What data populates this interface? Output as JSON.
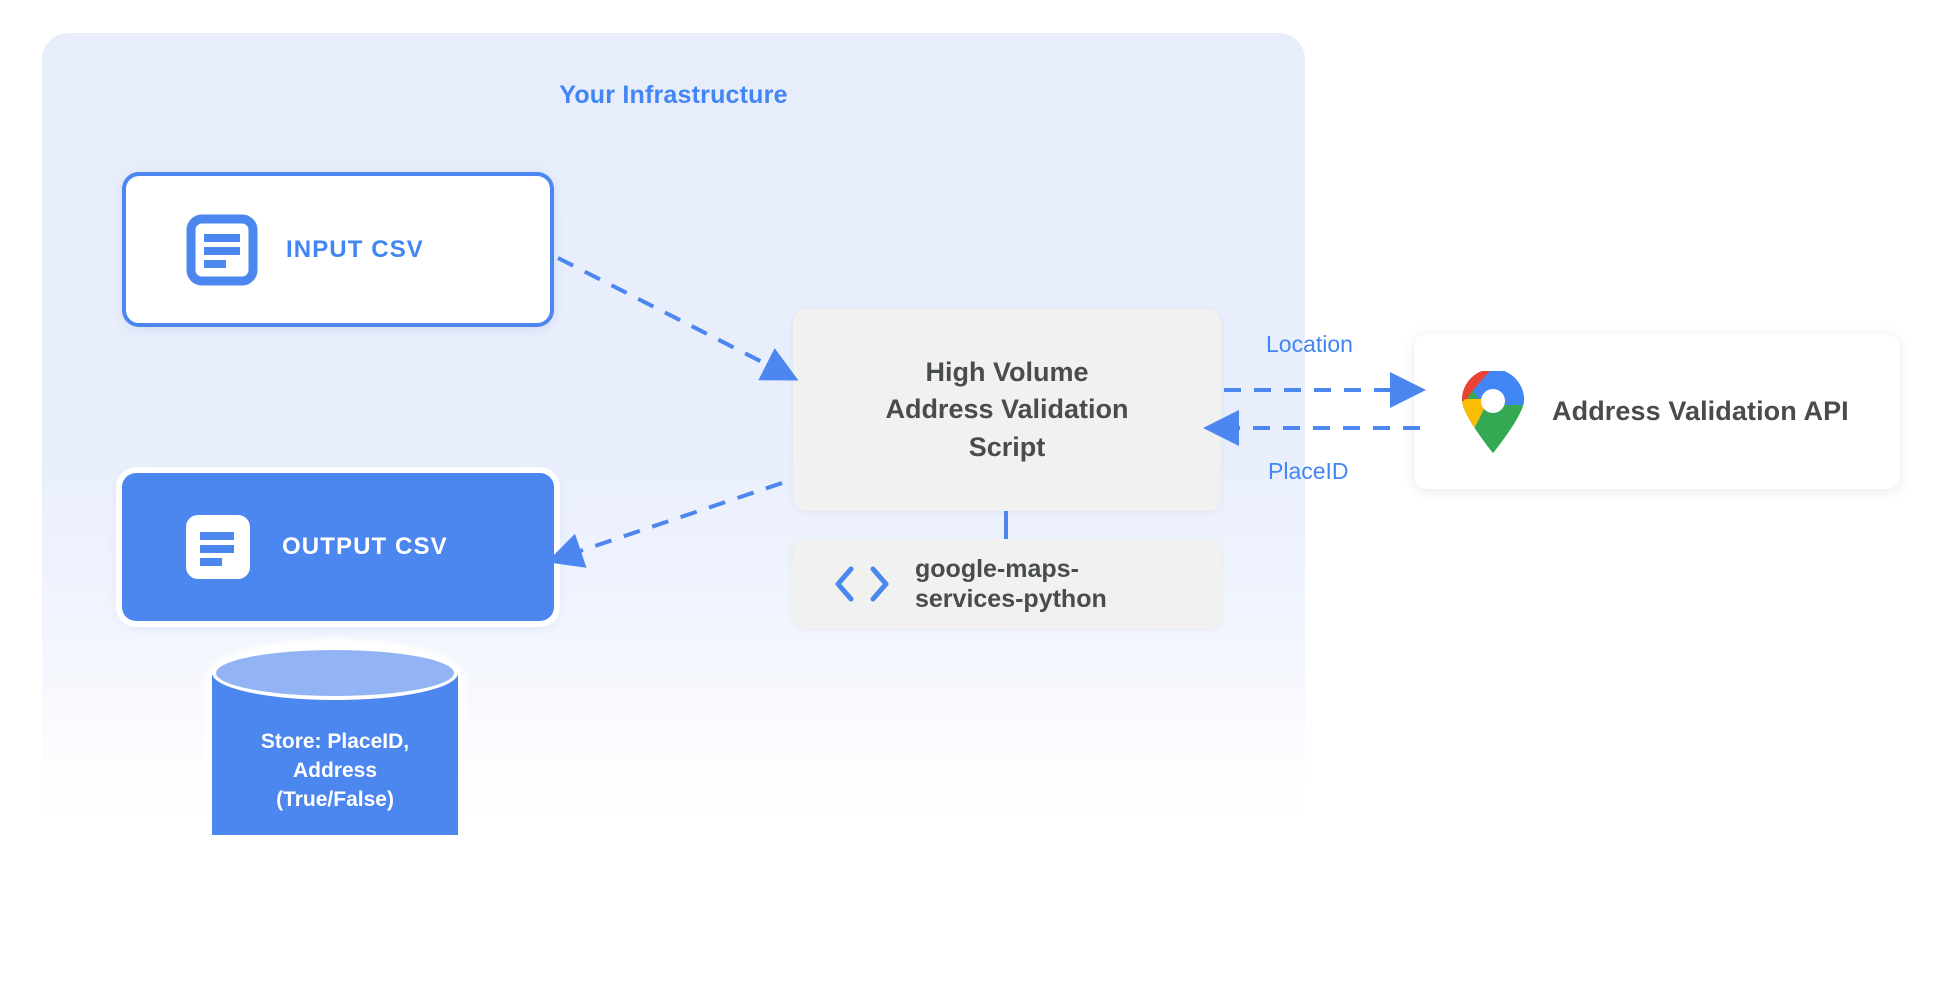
{
  "panel": {
    "title": "Your Infrastructure",
    "accent_color": "#4285f4",
    "background_color": "#e7edfb"
  },
  "nodes": {
    "input_csv": {
      "label": "INPUT CSV",
      "icon": "document-lines-icon",
      "border_color": "#4c86ef",
      "fill_color": "#ffffff",
      "text_color": "#4285f4"
    },
    "output_csv": {
      "label": "OUTPUT CSV",
      "icon": "document-lines-icon",
      "fill_color": "#4c86ef",
      "text_color": "#ffffff"
    },
    "script": {
      "line1": "High Volume",
      "line2": "Address Validation",
      "line3": "Script",
      "fill_color": "#f1f1f0",
      "text_color": "#494c4e"
    },
    "library": {
      "line1": "google-maps-",
      "line2": "services-python",
      "icon": "code-brackets-icon",
      "fill_color": "#f1f1f0",
      "text_color": "#494c4e"
    },
    "api": {
      "label": "Address Validation API",
      "icon": "google-maps-pin-icon",
      "fill_color": "#ffffff",
      "text_color": "#494c4e"
    },
    "database": {
      "line1": "Store: PlaceID,",
      "line2": "Address",
      "line3": "(True/False)",
      "icon": "database-cylinder-icon",
      "fill_color": "#4c86ef",
      "top_color": "#93b4f4",
      "text_color": "#ffffff"
    }
  },
  "edges": [
    {
      "name": "input-to-script",
      "label": "",
      "style": "dashed",
      "direction": "right-down",
      "color": "#4c86ef"
    },
    {
      "name": "script-to-output",
      "label": "",
      "style": "dashed",
      "direction": "left-down",
      "color": "#4c86ef"
    },
    {
      "name": "script-to-api",
      "label": "Location",
      "style": "dashed",
      "direction": "right",
      "color": "#4c86ef"
    },
    {
      "name": "api-to-script",
      "label": "PlaceID",
      "style": "dashed",
      "direction": "left",
      "color": "#4c86ef"
    },
    {
      "name": "script-to-library",
      "label": "",
      "style": "solid",
      "direction": "down",
      "color": "#4c86ef"
    }
  ]
}
